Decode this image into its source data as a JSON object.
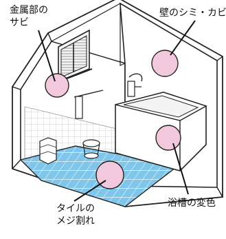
{
  "labels": {
    "metal_rust": [
      "金属部の",
      "サビ"
    ],
    "wall_stain": "壁のシミ・カビ",
    "tile_crack": [
      "タイルの",
      "メジ割れ"
    ],
    "tub_discolor": "浴槽の変色"
  },
  "colors": {
    "floor": "#7fc6ea",
    "tile_line": "#ffffff",
    "marker": "#f2c9dc",
    "outline": "#222222",
    "wall": "#ffffff"
  }
}
